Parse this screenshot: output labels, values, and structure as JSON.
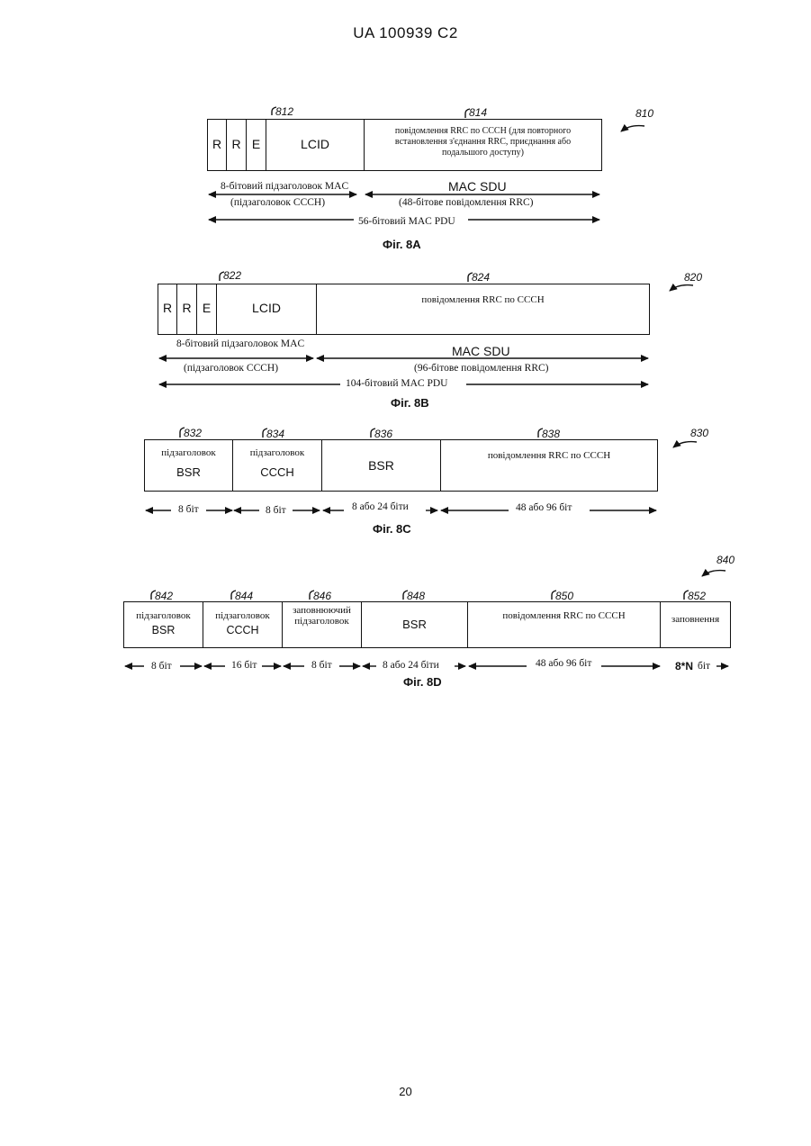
{
  "header": "UA   100939   C2",
  "page_number": "20",
  "fig8a": {
    "ref": "810",
    "ref_a": "812",
    "ref_b": "814",
    "r1": "R",
    "r2": "R",
    "e": "E",
    "lcid": "LCID",
    "msg": "повідомлення RRC по CCCH (для повторного встановлення з'єднання RRC, приєднання або подальшого доступу)",
    "mac_label": "8-бітовий підзаголовок MAC",
    "sdu_label": "MAC SDU",
    "ccch_label": "(підзаголовок CCCH)",
    "rrc_bits": "(48-бітове повідомлення RRC)",
    "pdu_label": "56-бітовий MAC PDU",
    "caption": "Фіг. 8А"
  },
  "fig8b": {
    "ref": "820",
    "ref_a": "822",
    "ref_b": "824",
    "r1": "R",
    "r2": "R",
    "e": "E",
    "lcid": "LCID",
    "msg": "повідомлення RRC по CCCH",
    "mac_label": "8-бітовий підзаголовок MAC",
    "sdu_label": "MAC SDU",
    "ccch_label": "(підзаголовок CCCH)",
    "rrc_bits": "(96-бітове повідомлення RRC)",
    "pdu_label": "104-бітовий MAC PDU",
    "caption": "Фіг. 8В"
  },
  "fig8c": {
    "ref": "830",
    "ref_a": "832",
    "ref_b": "834",
    "ref_c": "836",
    "ref_d": "838",
    "c1_top": "підзаголовок",
    "c1_bot": "BSR",
    "c2_top": "підзаголовок",
    "c2_bot": "CCCH",
    "c3": "BSR",
    "c4": "повідомлення RRC по CCCH",
    "w1": "8 біт",
    "w2": "8 біт",
    "w3": "8 або 24 біти",
    "w4": "48 або 96 біт",
    "caption": "Фіг. 8С"
  },
  "fig8d": {
    "ref": "840",
    "ref_a": "842",
    "ref_b": "844",
    "ref_c": "846",
    "ref_d": "848",
    "ref_e": "850",
    "ref_f": "852",
    "c1_top": "підзаголовок",
    "c1_bot": "BSR",
    "c2_top": "підзаголовок",
    "c2_bot": "CCCH",
    "c3_top": "заповнюючий",
    "c3_bot": "підзаголовок",
    "c4": "BSR",
    "c5": "повідомлення RRC по CCCH",
    "c6": "заповнення",
    "w1": "8 біт",
    "w2": "16 біт",
    "w3": "8 біт",
    "w4": "8 або 24 біти",
    "w5": "48 або 96 біт",
    "w6a": "8*N",
    "w6b": "біт",
    "caption": "Фіг. 8D"
  }
}
